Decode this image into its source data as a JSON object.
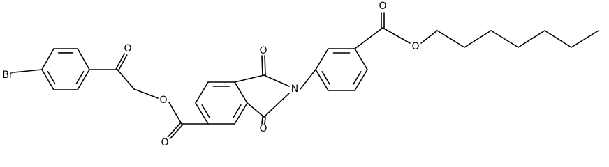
{
  "structure": {
    "atom_labels": {
      "bromine": "Br",
      "ketone_oxygen": "O",
      "ester_oxygen_left": "O",
      "ester_carbonyl_oxygen_left": "O",
      "imide_oxygen_top": "O",
      "imide_oxygen_bottom": "O",
      "imide_nitrogen": "N",
      "ester_carbonyl_oxygen_right": "O",
      "ester_oxygen_right": "O"
    }
  },
  "colors": {
    "bond": "#000000",
    "background": "#ffffff"
  }
}
